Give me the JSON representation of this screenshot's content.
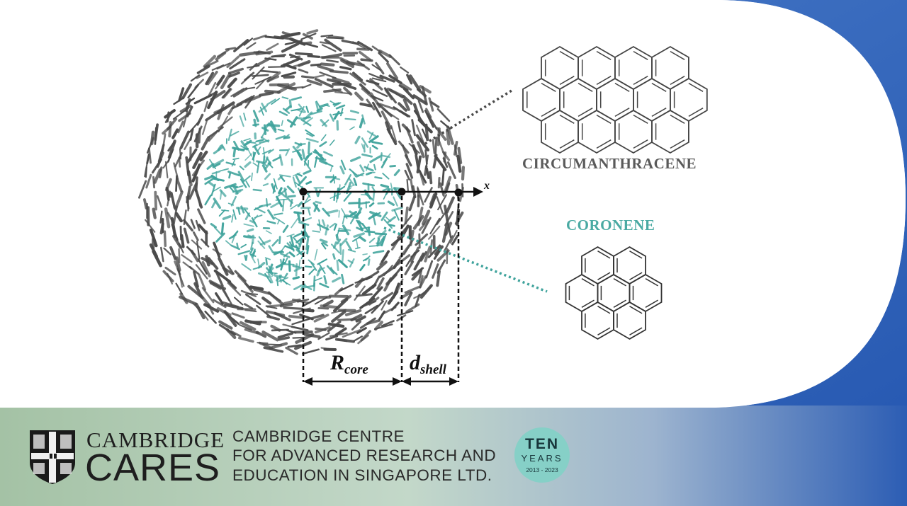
{
  "diagram": {
    "molecule_large": "CIRCUMANTHRACENE",
    "molecule_small": "CORONENE",
    "axis_label": "x",
    "r_core_main": "R",
    "r_core_sub": "core",
    "d_shell_main": "d",
    "d_shell_sub": "shell"
  },
  "footer": {
    "brand_top": "CAMBRIDGE",
    "brand_bottom": "CARES",
    "centre_lines": [
      "CAMBRIDGE CENTRE",
      "FOR ADVANCED RESEARCH AND",
      "EDUCATION IN SINGAPORE LTD."
    ],
    "badge_big": "TEN",
    "badge_mid": "YEARS",
    "badge_years": "2013 - 2023"
  },
  "colors": {
    "shell": "#4a4a4a",
    "core": "#3fa39c",
    "coronene_label": "#4aaaa3",
    "circumanthracene_label": "#5a5a5a",
    "blue_band": "#2e5fb6",
    "footer_green": "#aac6ae"
  }
}
